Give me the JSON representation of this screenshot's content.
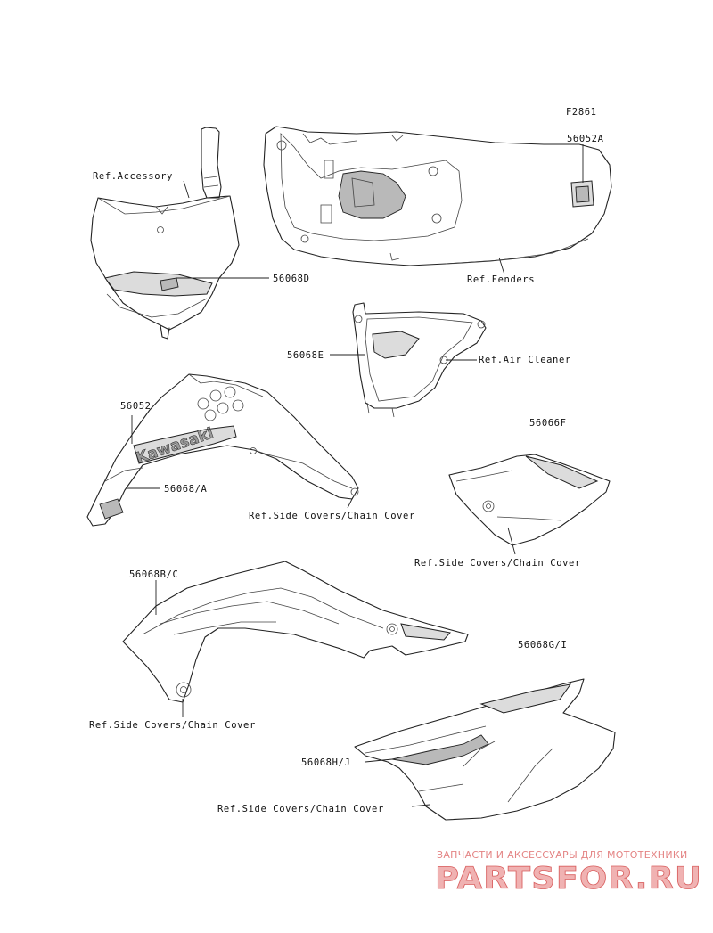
{
  "figure_code": "F2861",
  "labels": {
    "p56052A": "56052A",
    "ref_accessory": "Ref.Accessory",
    "p56068D": "56068D",
    "ref_fenders": "Ref.Fenders",
    "p56068E": "56068E",
    "ref_air_cleaner": "Ref.Air Cleaner",
    "p56052": "56052",
    "p56066F": "56066F",
    "p56068A": "56068/A",
    "ref_side_covers_1": "Ref.Side Covers/Chain Cover",
    "ref_side_covers_2": "Ref.Side Covers/Chain Cover",
    "p56068BC": "56068B/C",
    "ref_side_covers_3": "Ref.Side Covers/Chain Cover",
    "p56068GI": "56068G/I",
    "p56068HJ": "56068H/J",
    "ref_side_covers_4": "Ref.Side Covers/Chain Cover"
  },
  "decal_text": "Kawasaki",
  "watermark": {
    "tagline": "ЗАПЧАСТИ И АКСЕССУАРЫ ДЛЯ МОТОТЕХНИКИ",
    "logo": "PARTSFOR.RU"
  }
}
